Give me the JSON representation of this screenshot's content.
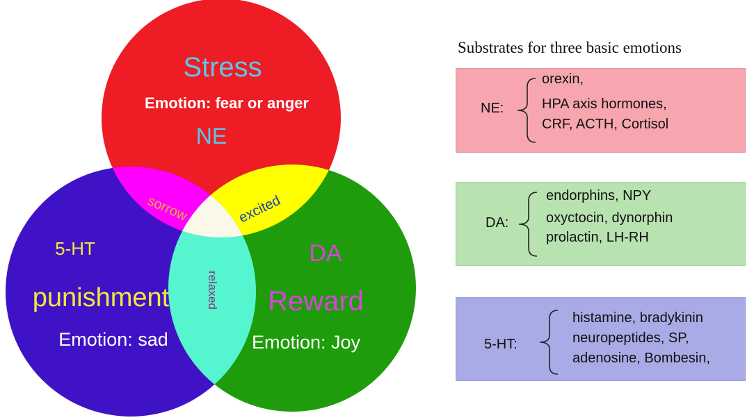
{
  "colors": {
    "stress": "#ee1c24",
    "punishment": "#4012c6",
    "reward": "#1e9c0b",
    "sorrow": "#ff00ff",
    "excited": "#ffff00",
    "relaxed": "#55f5d0",
    "center": "#fbf8ea",
    "stress_title": "#5fc5e8",
    "punishment_title": "#f3e83a",
    "reward_title": "#d945d9",
    "ne_box": "#f7a6af",
    "da_box": "#b9e2b1",
    "ht_box": "#a9abe6"
  },
  "venn": {
    "stress": {
      "title": "Stress",
      "emotion": "Emotion: fear or anger",
      "transmitter": "NE"
    },
    "punishment": {
      "transmitter": "5-HT",
      "title": "punishment",
      "emotion": "Emotion: sad"
    },
    "reward": {
      "transmitter": "DA",
      "title": "Reward",
      "emotion": "Emotion: Joy"
    },
    "overlaps": {
      "sorrow": "sorrow",
      "excited": "excited",
      "relaxed": "relaxed"
    }
  },
  "panel": {
    "title": "Substrates for three basic emotions",
    "boxes": [
      {
        "label": "NE:",
        "items": [
          "orexin,",
          "HPA axis hormones,",
          "CRF, ACTH, Cortisol"
        ]
      },
      {
        "label": "DA:",
        "items": [
          "endorphins, NPY",
          "oxyctocin, dynorphin",
          "prolactin, LH-RH"
        ]
      },
      {
        "label": "5-HT:",
        "items": [
          "histamine, bradykinin",
          "neuropeptides, SP,",
          "adenosine, Bombesin,"
        ]
      }
    ]
  }
}
